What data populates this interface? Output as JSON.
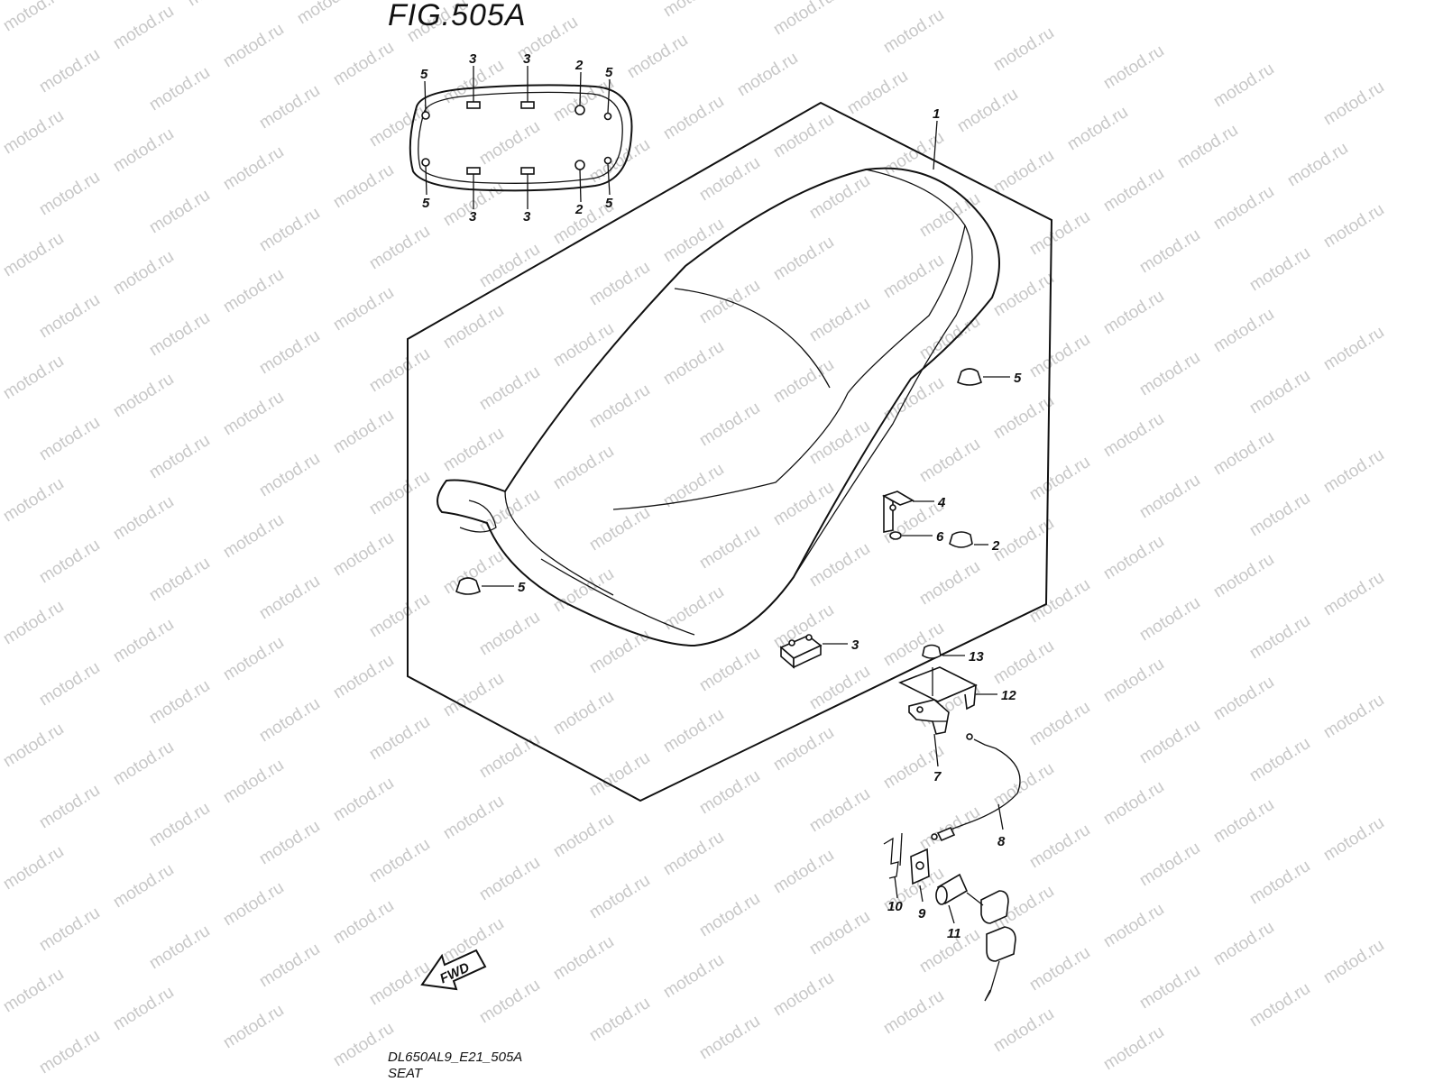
{
  "figure": {
    "title": "FIG.505A"
  },
  "footer": {
    "code": "DL650AL9_E21_505A",
    "name": "SEAT"
  },
  "watermark": {
    "text": "motod.ru"
  },
  "fwd_label": "FWD",
  "callouts": {
    "c1": "1",
    "c2_right": "2",
    "c3_bottom": "3",
    "c4": "4",
    "c5_right": "5",
    "c5_left": "5",
    "c6": "6",
    "c7": "7",
    "c8": "8",
    "c9": "9",
    "c10": "10",
    "c11": "11",
    "c12": "12",
    "c13": "13"
  },
  "inset_callouts": {
    "top": [
      "5",
      "3",
      "3",
      "2",
      "5"
    ],
    "bottom": [
      "5",
      "3",
      "3",
      "2",
      "5"
    ]
  }
}
